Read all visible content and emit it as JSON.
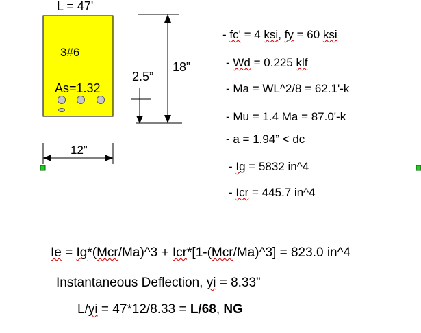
{
  "beam": {
    "length_label": "L = 47'",
    "bars_label": "3#6",
    "as_label": "As=1.32",
    "depth_label": "18”",
    "cover_label": "2.5”",
    "width_label": "12”",
    "fill_color": "#ffff00"
  },
  "notes": [
    {
      "pre": "- ",
      "s1": "fc'",
      "mid1": " = 4 ",
      "s2": "ksi",
      "mid2": ", ",
      "s3": "fy",
      "mid3": " = 60 ",
      "s4": "ksi",
      "post": ""
    },
    {
      "pre": "- ",
      "s1": "Wd",
      "mid1": " = 0.225 ",
      "s2": "klf",
      "mid2": "",
      "s3": "",
      "mid3": "",
      "s4": "",
      "post": ""
    },
    {
      "text": "- Ma = WL^2/8 = 62.1'-k"
    },
    {
      "text": "- Mu = 1.4 Ma = 87.0'-k"
    },
    {
      "text": "- a = 1.94” < dc"
    },
    {
      "pre": "- ",
      "s1": "Ig",
      "post": " = 5832 in^4"
    },
    {
      "pre": "- ",
      "s1": "Icr",
      "post": " = 445.7 in^4"
    }
  ],
  "formula": {
    "ie": "Ie",
    "p1": " = ",
    "ig": "Ig",
    "p2": "*(",
    "mcr1": "Mcr",
    "p3": "/Ma)^3 + ",
    "icr": "Icr",
    "p4": "*[1-(",
    "mcr2": "Mcr",
    "p5": "/Ma)^3] = 823.0 in^4"
  },
  "deflection": {
    "pre": "Instantaneous Deflection, ",
    "yi": "yi",
    "post": " = 8.33”"
  },
  "ratio": {
    "l": "L/",
    "yi": "yi",
    "eq": " = 47*12/8.33 = ",
    "result": "L/68",
    "comma": ", ",
    "ng": "NG"
  }
}
